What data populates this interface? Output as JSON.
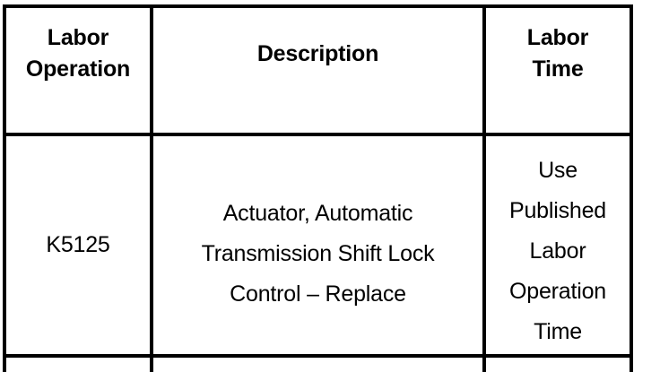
{
  "document": {
    "type": "labor-operation-table",
    "background_color": "#ffffff",
    "border_color": "#000000"
  },
  "table": {
    "columns": [
      {
        "id": "labor_operation",
        "header_lines": [
          "Labor",
          "Operation"
        ]
      },
      {
        "id": "description",
        "header_lines": [
          "Description"
        ]
      },
      {
        "id": "labor_time",
        "header_lines": [
          "Labor",
          "Time"
        ]
      }
    ],
    "rows": [
      {
        "labor_operation": "K5125",
        "description_lines": [
          "Actuator, Automatic",
          "Transmission Shift Lock",
          "Control – Replace"
        ],
        "labor_time_lines": [
          "Use",
          "Published",
          "Labor",
          "Operation",
          "Time"
        ]
      }
    ]
  }
}
